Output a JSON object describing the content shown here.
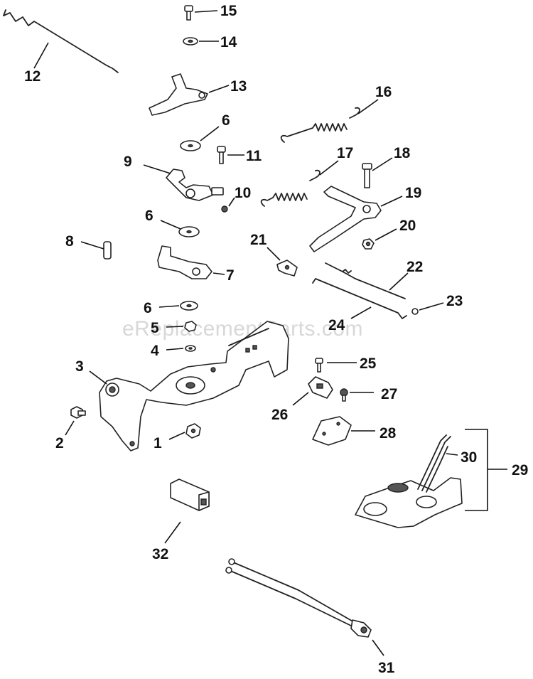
{
  "watermark": "eReplacementParts.com",
  "callouts": {
    "c1": "1",
    "c2": "2",
    "c3": "3",
    "c4": "4",
    "c5": "5",
    "c6a": "6",
    "c6b": "6",
    "c6c": "6",
    "c7": "7",
    "c8": "8",
    "c9": "9",
    "c10": "10",
    "c11": "11",
    "c12": "12",
    "c13": "13",
    "c14": "14",
    "c15": "15",
    "c16": "16",
    "c17": "17",
    "c18": "18",
    "c19": "19",
    "c20": "20",
    "c21": "21",
    "c22": "22",
    "c23": "23",
    "c24": "24",
    "c25": "25",
    "c26": "26",
    "c27": "27",
    "c28": "28",
    "c29": "29",
    "c30": "30",
    "c31": "31",
    "c32": "32"
  },
  "colors": {
    "line": "#111111",
    "watermark": "#d8d8d8",
    "background": "#ffffff"
  }
}
